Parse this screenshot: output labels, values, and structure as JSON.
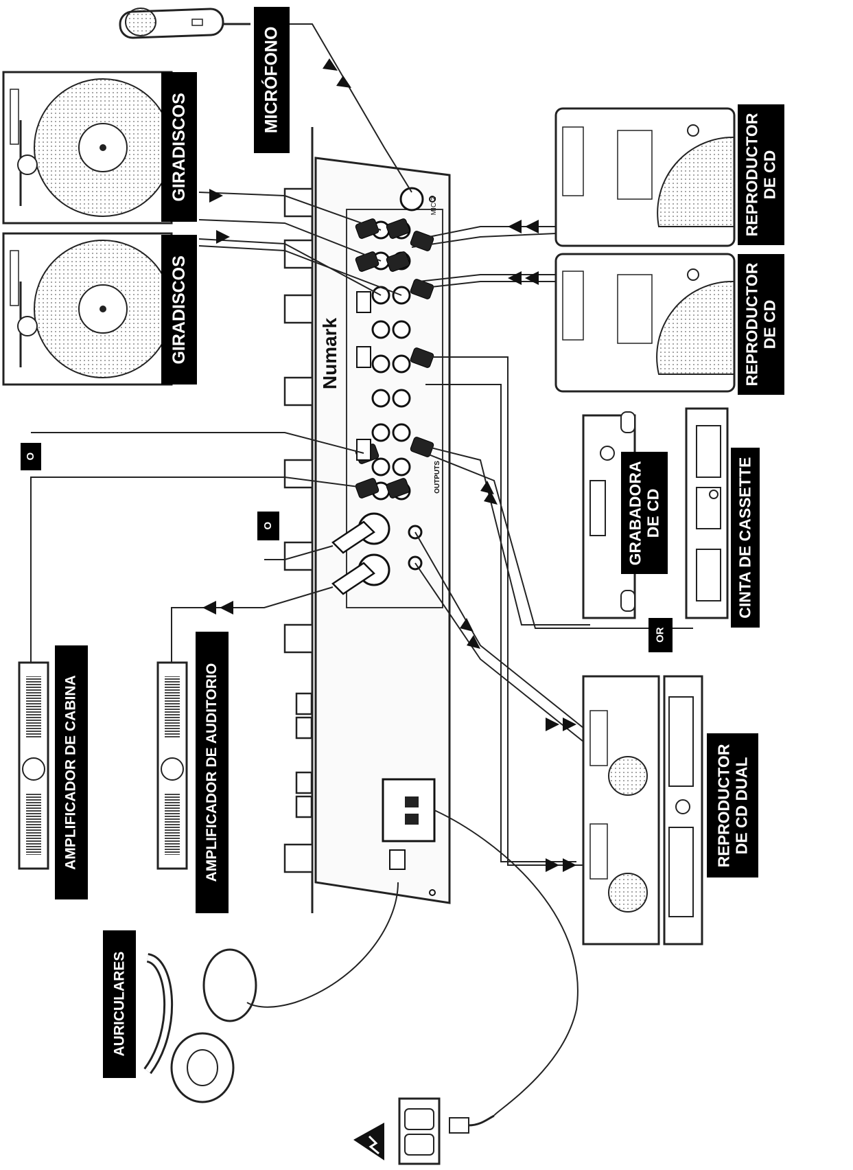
{
  "labels": {
    "microfono": "MICRÓFONO",
    "giradiscos_1": "GIRADISCOS",
    "giradiscos_2": "GIRADISCOS",
    "reproductor_cd_1": [
      "REPRODUCTOR",
      "DE CD"
    ],
    "reproductor_cd_2": [
      "REPRODUCTOR",
      "DE CD"
    ],
    "grabadora_cd": [
      "GRABADORA",
      "DE CD"
    ],
    "cinta_cassette": "CINTA DE CASSETTE",
    "reproductor_cd_dual": [
      "REPRODUCTOR",
      "DE CD DUAL"
    ],
    "amplificador_cabina": "AMPLIFICADOR DE CABINA",
    "amplificador_auditorio": "AMPLIFICADOR DE AUDITORIO",
    "auriculares": "AURICULARES",
    "o_1": "O",
    "o_2": "O",
    "or": "OR"
  },
  "mixer": {
    "brand": "Numark",
    "mic_label": "MIC 2",
    "outputs_label": "OUTPUTS"
  },
  "device_brand": "Numark"
}
